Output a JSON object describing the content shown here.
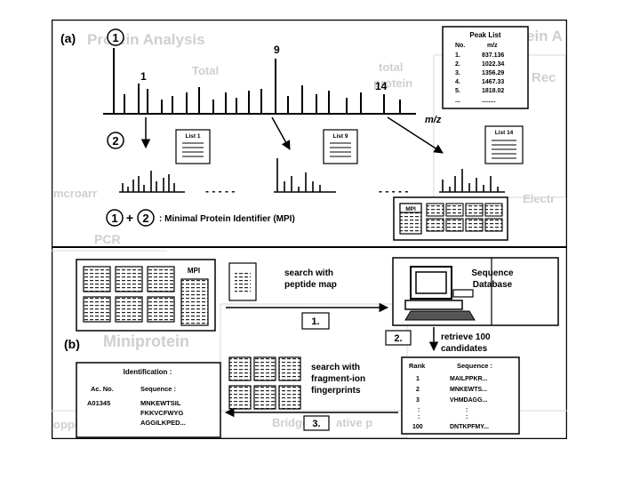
{
  "panel_a": {
    "label": "(a)",
    "step1": "1",
    "step2": "2",
    "peak_labels": [
      "1",
      "9",
      "14"
    ],
    "axis_label": "m/z",
    "peak_list": {
      "title": "Peak List",
      "col_no": "No.",
      "col_mz": "m/z",
      "rows": [
        {
          "no": "1.",
          "mz": "837.136"
        },
        {
          "no": "2.",
          "mz": "1022.34"
        },
        {
          "no": "3.",
          "mz": "1356.29"
        },
        {
          "no": "4.",
          "mz": "1467.33"
        },
        {
          "no": "5.",
          "mz": "1818.02"
        },
        {
          "no": "...",
          "mz": "........"
        }
      ]
    },
    "list_1": "List 1",
    "list_9": "List 9",
    "list_14": "List 14",
    "mpi_eq": {
      "a": "1",
      "plus": "+",
      "b": "2",
      "text": ": Minimal Protein Identifier (MPI)"
    },
    "mpi_label": "MPI",
    "faded_text": [
      "Protein Analysis",
      "Total",
      "total",
      "protein",
      "Protein A",
      "Rec",
      "Electr",
      "PCR",
      "mcroarr"
    ]
  },
  "panel_b": {
    "label": "(b)",
    "mpi_label": "MPI",
    "search_peptide": [
      "search with",
      "peptide map"
    ],
    "database": [
      "Sequence",
      "Database"
    ],
    "step1": "1.",
    "step2": "2.",
    "step3": "3.",
    "retrieve": [
      "retrieve 100",
      "candidates"
    ],
    "search_fragment": [
      "search with",
      "fragment-ion",
      "fingerprints"
    ],
    "ranking": {
      "col_rank": "Rank",
      "col_seq": "Sequence :",
      "rows": [
        {
          "rank": "1",
          "seq": "MAILPPKR..."
        },
        {
          "rank": "2",
          "seq": "MNKEWTS..."
        },
        {
          "rank": "3",
          "seq": "VHMDAGG..."
        },
        {
          "rank": "100",
          "seq": "DNTKPFMY..."
        }
      ]
    },
    "identification": {
      "title": "Identification :",
      "col_ac": "Ac. No.",
      "col_seq": "Sequence :",
      "ac": "A01345",
      "seq_lines": [
        "MNKEWTSIL",
        "FKKVCFWYG",
        "AGGILKPED..."
      ]
    },
    "faded_text": [
      "Miniprotein",
      "opped re",
      "Bridge",
      "ative p"
    ]
  }
}
